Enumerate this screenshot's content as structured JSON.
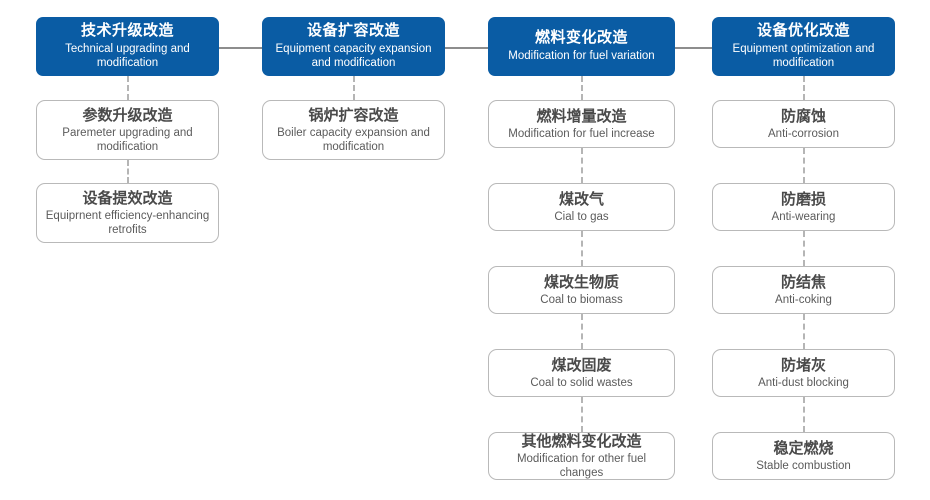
{
  "diagram": {
    "type": "flowchart",
    "title": "Boiler retrofit classification flowchart",
    "colors": {
      "header_fill": "#0A5CA4",
      "header_text": "#FFFFFF",
      "node_border": "#B9B9B9",
      "node_title_text": "#4A4A4A",
      "node_sub_text": "#5B5B5B",
      "horizontal_connector": "#8D8D8D",
      "vertical_connector": "#B5B5B5",
      "background": "#FFFFFF"
    },
    "columns": [
      {
        "id": "technical-upgrading",
        "header": {
          "cn": "技术升级改造",
          "en": "Technical upgrading and modification"
        },
        "nodes": [
          {
            "cn": "参数升级改造",
            "en": "Paremeter upgrading and modification"
          },
          {
            "cn": "设备提效改造",
            "en": "Equiprnent efficiency-enhancing retrofits"
          }
        ]
      },
      {
        "id": "equipment-capacity-expansion",
        "header": {
          "cn": "设备扩容改造",
          "en": "Equipment capacity expansion and modification"
        },
        "nodes": [
          {
            "cn": "锅炉扩容改造",
            "en": "Boiler capacity expansion and modification"
          }
        ]
      },
      {
        "id": "fuel-variation",
        "header": {
          "cn": "燃料变化改造",
          "en": "Modification for fuel variation"
        },
        "nodes": [
          {
            "cn": "燃料增量改造",
            "en": "Modification for fuel increase"
          },
          {
            "cn": "煤改气",
            "en": "Cial to gas"
          },
          {
            "cn": "煤改生物质",
            "en": "Coal to biomass"
          },
          {
            "cn": "煤改固废",
            "en": "Coal to solid wastes"
          },
          {
            "cn": "其他燃料变化改造",
            "en": "Modification for other fuel changes"
          }
        ]
      },
      {
        "id": "equipment-optimization",
        "header": {
          "cn": "设备优化改造",
          "en": "Equipment optimization and modification"
        },
        "nodes": [
          {
            "cn": "防腐蚀",
            "en": "Anti-corrosion"
          },
          {
            "cn": "防磨损",
            "en": "Anti-wearing"
          },
          {
            "cn": "防结焦",
            "en": "Anti-coking"
          },
          {
            "cn": "防堵灰",
            "en": "Anti-dust blocking"
          },
          {
            "cn": "稳定燃烧",
            "en": "Stable combustion"
          }
        ]
      }
    ]
  }
}
